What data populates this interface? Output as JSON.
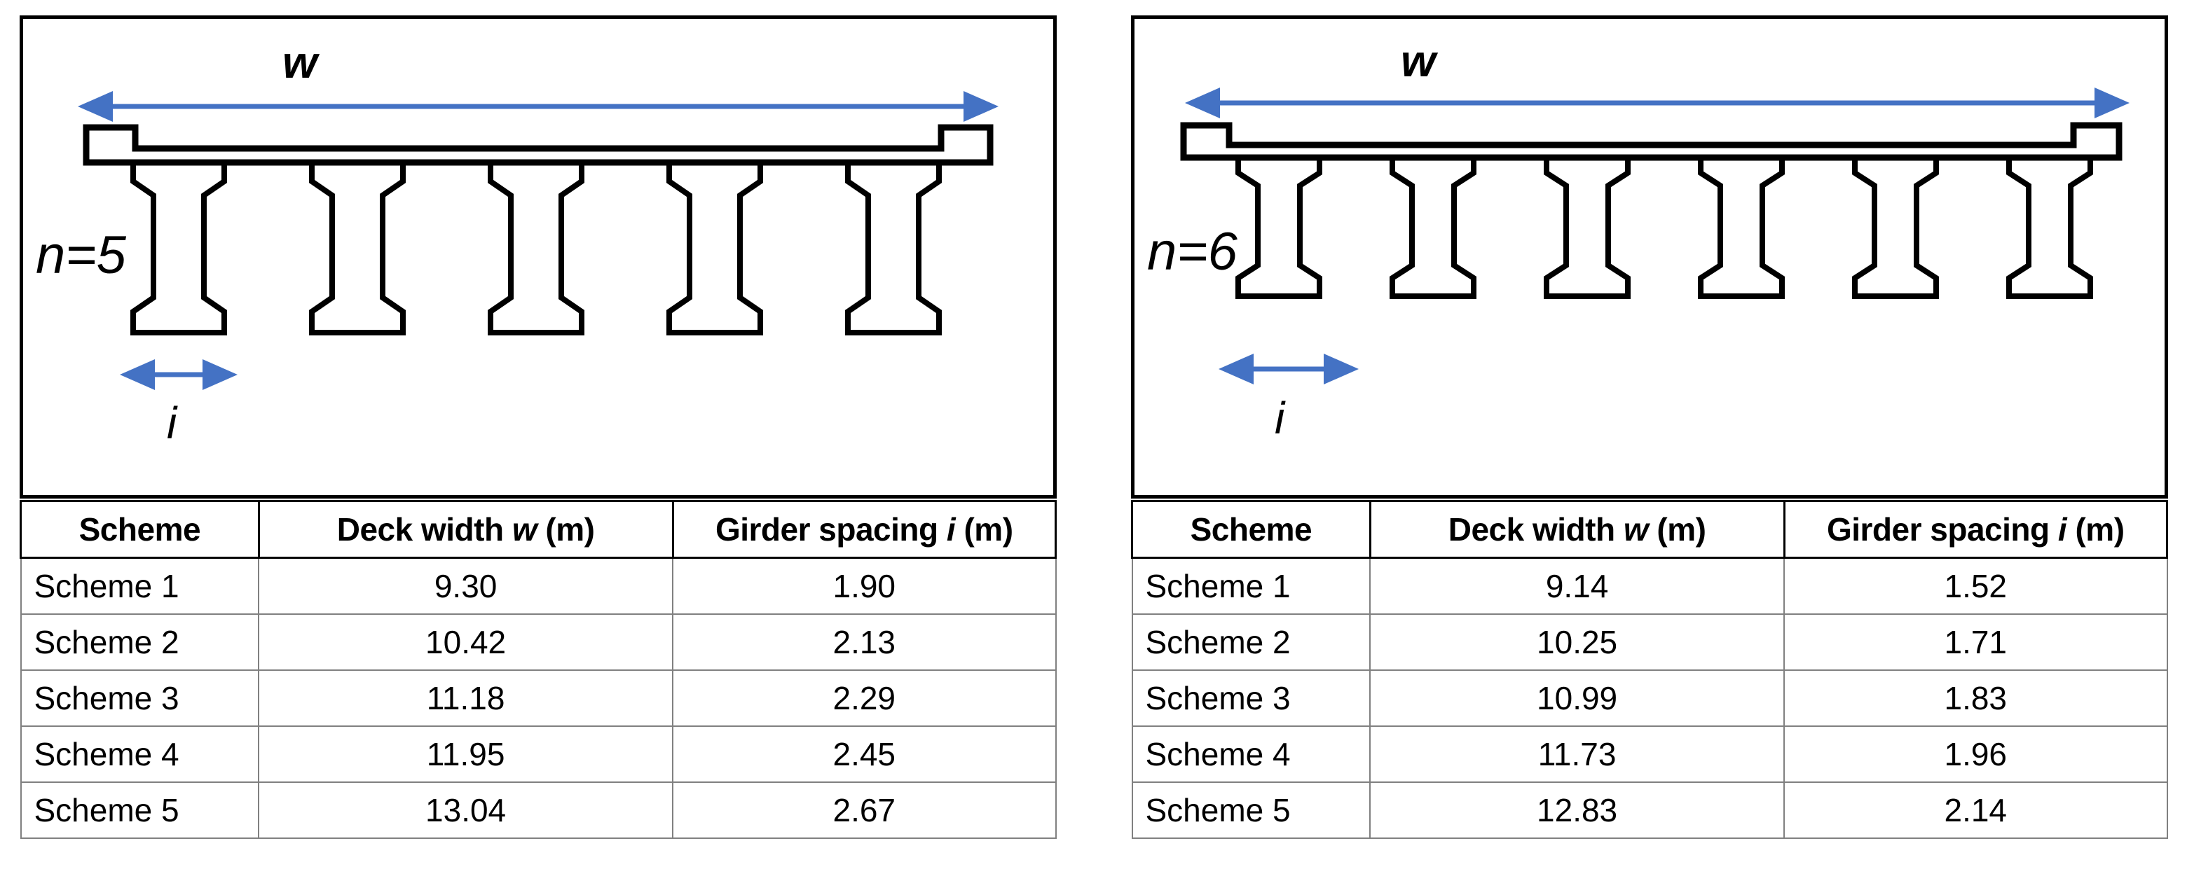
{
  "figure": {
    "panels": [
      {
        "id": "left",
        "girder_count_label": "n=5",
        "girder_count": 5,
        "deck_width_arrow_label": "w",
        "girder_spacing_arrow_label": "i",
        "table": {
          "headers": {
            "scheme": "Scheme",
            "deck_width_prefix": "Deck width",
            "deck_width_symbol": "w",
            "deck_width_unit": "(m)",
            "girder_spacing_prefix": "Girder spacing",
            "girder_spacing_symbol": "i",
            "girder_spacing_unit": "(m)"
          },
          "rows": [
            {
              "scheme": "Scheme 1",
              "deck_width": "9.30",
              "girder_spacing": "1.90"
            },
            {
              "scheme": "Scheme 2",
              "deck_width": "10.42",
              "girder_spacing": "2.13"
            },
            {
              "scheme": "Scheme 3",
              "deck_width": "11.18",
              "girder_spacing": "2.29"
            },
            {
              "scheme": "Scheme 4",
              "deck_width": "11.95",
              "girder_spacing": "2.45"
            },
            {
              "scheme": "Scheme 5",
              "deck_width": "13.04",
              "girder_spacing": "2.67"
            }
          ]
        }
      },
      {
        "id": "right",
        "girder_count_label": "n=6",
        "girder_count": 6,
        "deck_width_arrow_label": "w",
        "girder_spacing_arrow_label": "i",
        "table": {
          "headers": {
            "scheme": "Scheme",
            "deck_width_prefix": "Deck width",
            "deck_width_symbol": "w",
            "deck_width_unit": "(m)",
            "girder_spacing_prefix": "Girder spacing",
            "girder_spacing_symbol": "i",
            "girder_spacing_unit": "(m)"
          },
          "rows": [
            {
              "scheme": "Scheme 1",
              "deck_width": "9.14",
              "girder_spacing": "1.52"
            },
            {
              "scheme": "Scheme 2",
              "deck_width": "10.25",
              "girder_spacing": "1.71"
            },
            {
              "scheme": "Scheme 3",
              "deck_width": "10.99",
              "girder_spacing": "1.83"
            },
            {
              "scheme": "Scheme 4",
              "deck_width": "11.73",
              "girder_spacing": "1.96"
            },
            {
              "scheme": "Scheme 5",
              "deck_width": "12.83",
              "girder_spacing": "2.14"
            }
          ]
        }
      }
    ],
    "colors": {
      "arrow": "#4472C4",
      "outline": "#000000",
      "table_grid": "#808080",
      "background": "#FFFFFF"
    }
  }
}
